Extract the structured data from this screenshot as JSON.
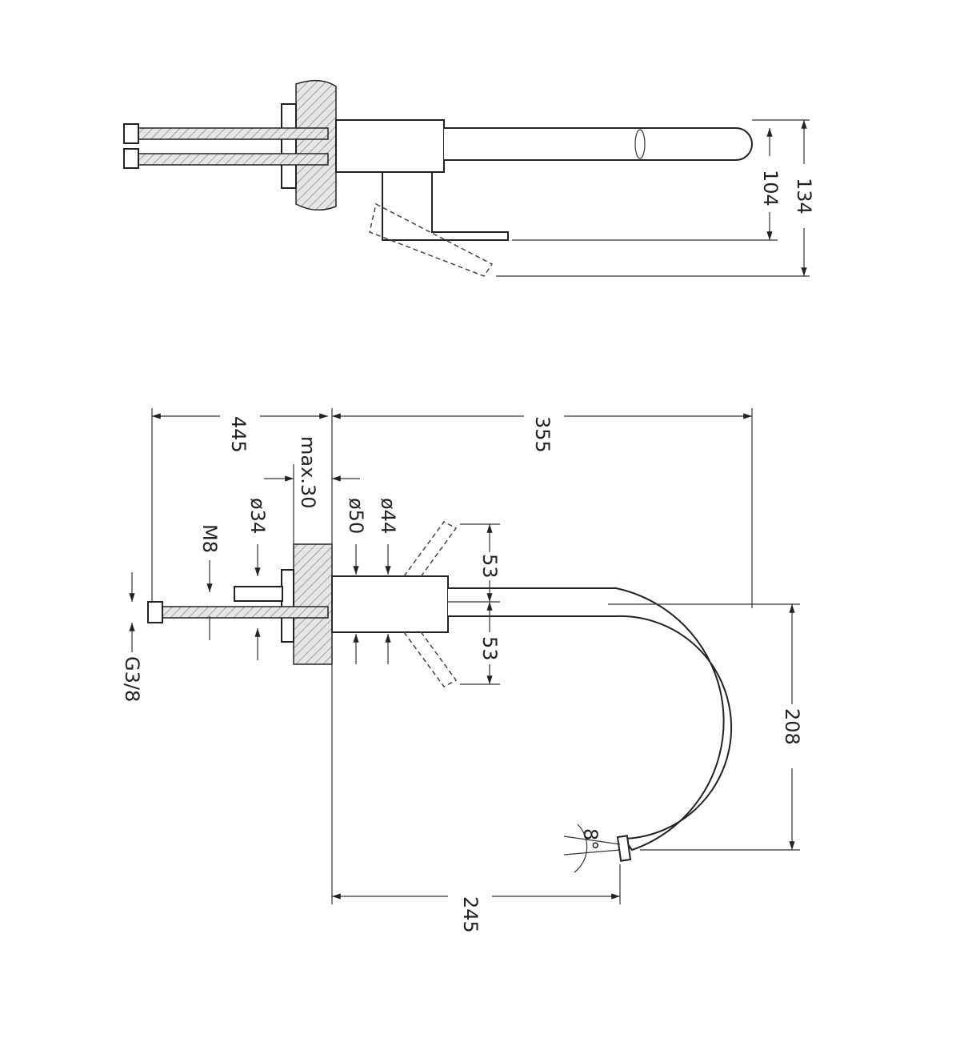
{
  "top_view": {
    "dimensions": {
      "spout_height": "104",
      "total_height": "134"
    }
  },
  "front_view": {
    "dimensions": {
      "hose_length": "445",
      "reach": "355",
      "max_thickness": "max.30",
      "dia_34": "ø34",
      "dia_50": "ø50",
      "dia_44": "ø44",
      "thread": "M8",
      "lever_up": "53",
      "lever_down": "53",
      "connection": "G3/8",
      "spout_drop": "208",
      "angle": "8°",
      "outlet_reach": "245"
    }
  },
  "colors": {
    "line": "#222222",
    "hatch": "#999999"
  }
}
